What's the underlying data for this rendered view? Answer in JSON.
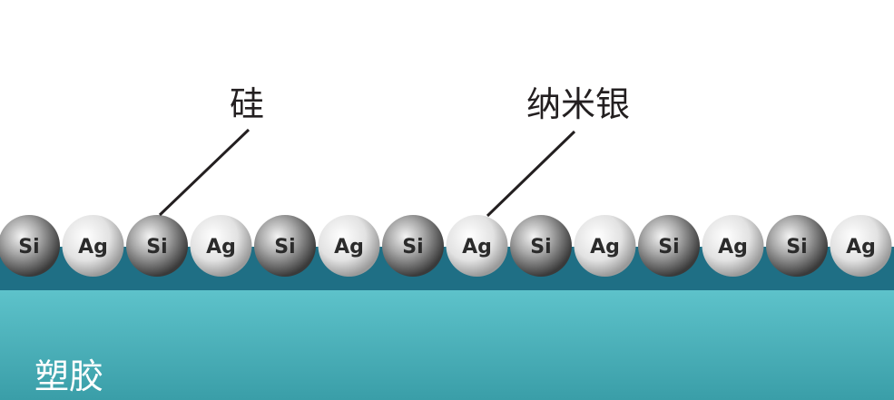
{
  "labels": {
    "silicon": "硅",
    "nano_silver": "纳米银",
    "substrate": "塑胶"
  },
  "spheres": [
    "Si",
    "Ag",
    "Si",
    "Ag",
    "Si",
    "Ag",
    "Si",
    "Ag",
    "Si",
    "Ag",
    "Si",
    "Ag",
    "Si",
    "Ag"
  ],
  "colors": {
    "coating_layer": "#1f6f85",
    "substrate_top": "#5ec3cb",
    "substrate_bottom": "#3a9ea8",
    "si_sphere_dark": "#4a4a4a",
    "ag_sphere_light": "#f2f2f2",
    "leader_line": "#231f20"
  }
}
